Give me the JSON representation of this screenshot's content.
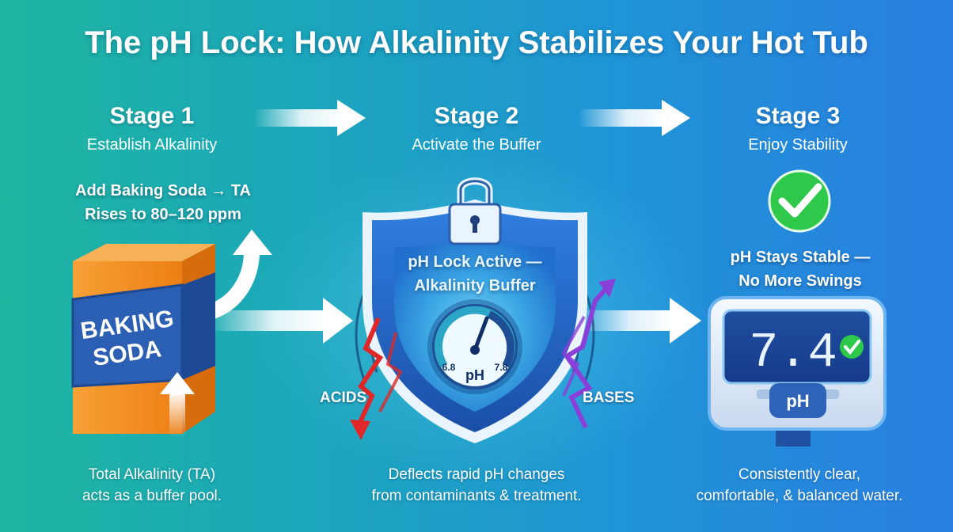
{
  "title": "The pH Lock: How Alkalinity Stabilizes Your Hot Tub",
  "stages": [
    {
      "name": "Stage 1",
      "subtitle": "Establish Alkalinity",
      "callout_line1": "Add Baking Soda → TA",
      "callout_line2": "Rises to 80–120 ppm",
      "caption_line1": "Total Alkalinity (TA)",
      "caption_line2": "acts as a buffer pool."
    },
    {
      "name": "Stage 2",
      "subtitle": "Activate the Buffer",
      "callout_line1": "pH Lock Active —",
      "callout_line2": "Alkalinity Buffer",
      "caption_line1": "Deflects rapid pH changes",
      "caption_line2": "from contaminants & treatment."
    },
    {
      "name": "Stage 3",
      "subtitle": "Enjoy Stability",
      "callout_line1": "pH Stays Stable —",
      "callout_line2": "No More Swings",
      "caption_line1": "Consistently clear,",
      "caption_line2": "comfortable, & balanced water."
    }
  ],
  "box": {
    "line1": "BAKING",
    "line2": "SODA"
  },
  "gauge": {
    "min_label": "6.8",
    "max_label": "7.8",
    "unit": "pH"
  },
  "meter": {
    "reading": "7.4",
    "unit": "pH"
  },
  "labels": {
    "acids": "ACIDS",
    "bases": "BASES"
  },
  "colors": {
    "box_orange": "#f08a1e",
    "box_blue": "#2b5fb3",
    "acids_red": "#e02828",
    "bases_purple": "#8b3fd9",
    "check_green": "#2ec84a",
    "shield_blue": "#1f5fc0"
  },
  "icons": [
    "lock-icon",
    "check-icon",
    "shield-icon",
    "gauge-icon",
    "baking-soda-box-icon",
    "ph-meter-icon"
  ]
}
